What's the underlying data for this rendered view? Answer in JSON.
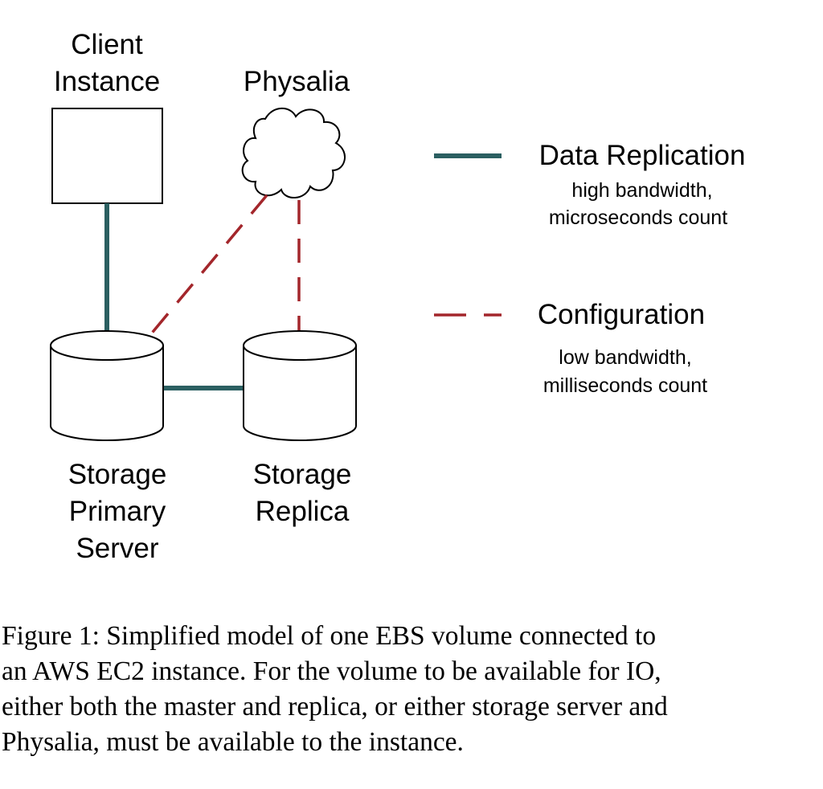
{
  "nodes": {
    "client": {
      "line1": "Client",
      "line2": "Instance"
    },
    "physalia": {
      "label": "Physalia"
    },
    "primary": {
      "line1": "Storage",
      "line2": "Primary",
      "line3": "Server"
    },
    "replica": {
      "line1": "Storage",
      "line2": "Replica"
    }
  },
  "legend": {
    "data": {
      "title": "Data Replication",
      "line1": "high bandwidth,",
      "line2": "microseconds count",
      "color": "#2b5f61"
    },
    "config": {
      "title": "Configuration",
      "line1": "low bandwidth,",
      "line2": "milliseconds count",
      "color": "#a3262b"
    }
  },
  "caption": {
    "lines": [
      "Figure 1: Simplified model of one EBS volume connected to",
      "an AWS EC2 instance. For the volume to be available for IO,",
      "either both the master and replica, or either storage server and",
      "Physalia, must be available to the instance."
    ]
  }
}
